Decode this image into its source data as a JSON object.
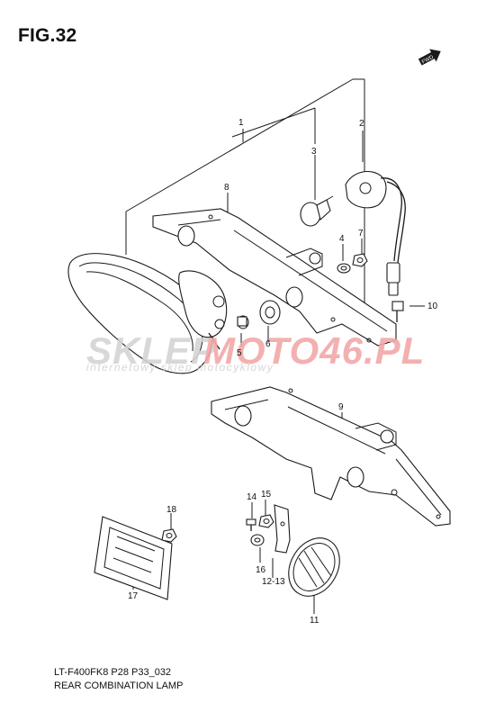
{
  "figure": {
    "title": "FIG.32",
    "fwd_label": "FWD"
  },
  "callouts": [
    {
      "id": "1",
      "label": "1"
    },
    {
      "id": "2",
      "label": "2"
    },
    {
      "id": "3",
      "label": "3"
    },
    {
      "id": "4",
      "label": "4"
    },
    {
      "id": "5",
      "label": "5"
    },
    {
      "id": "6",
      "label": "6"
    },
    {
      "id": "7",
      "label": "7"
    },
    {
      "id": "8",
      "label": "8"
    },
    {
      "id": "9",
      "label": "9"
    },
    {
      "id": "10",
      "label": "10"
    },
    {
      "id": "11",
      "label": "11"
    },
    {
      "id": "12-13",
      "label": "12-13"
    },
    {
      "id": "14",
      "label": "14"
    },
    {
      "id": "15",
      "label": "15"
    },
    {
      "id": "16",
      "label": "16"
    },
    {
      "id": "17",
      "label": "17"
    },
    {
      "id": "18",
      "label": "18"
    }
  ],
  "watermark": {
    "brand_left": "SKLEP",
    "brand_right": "MOTO46.PL",
    "tagline": "internetowy sklep motocyklowy",
    "colors": {
      "grey": "#d4d4d4",
      "red": "#f2a8a8"
    }
  },
  "footer": {
    "code": "LT-F400FK8 P28 P33_032",
    "name": "REAR COMBINATION LAMP"
  }
}
